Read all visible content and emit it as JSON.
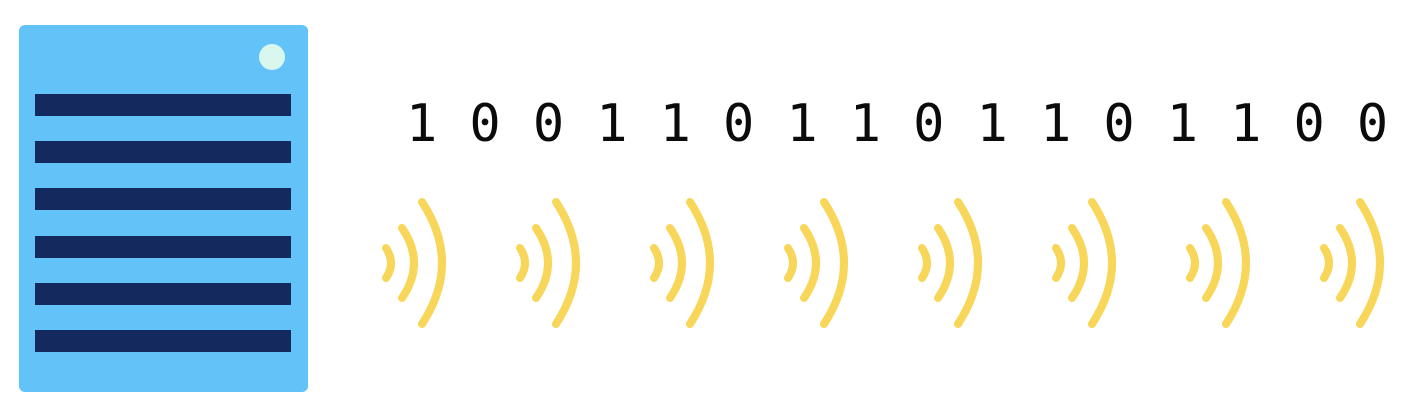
{
  "diagram": {
    "bits": [
      "1",
      "0",
      "0",
      "1",
      "1",
      "0",
      "1",
      "1",
      "0",
      "1",
      "1",
      "0",
      "1",
      "1",
      "0",
      "0"
    ],
    "signal_icon": "wireless-signal-icon",
    "signal_count": 8
  },
  "colors": {
    "server": "#63c3f8",
    "server_light": "#d9f6ef",
    "server_bars": "#142a5e",
    "signal_waves": "#f7d65a",
    "bits": "#0b0b0b"
  }
}
